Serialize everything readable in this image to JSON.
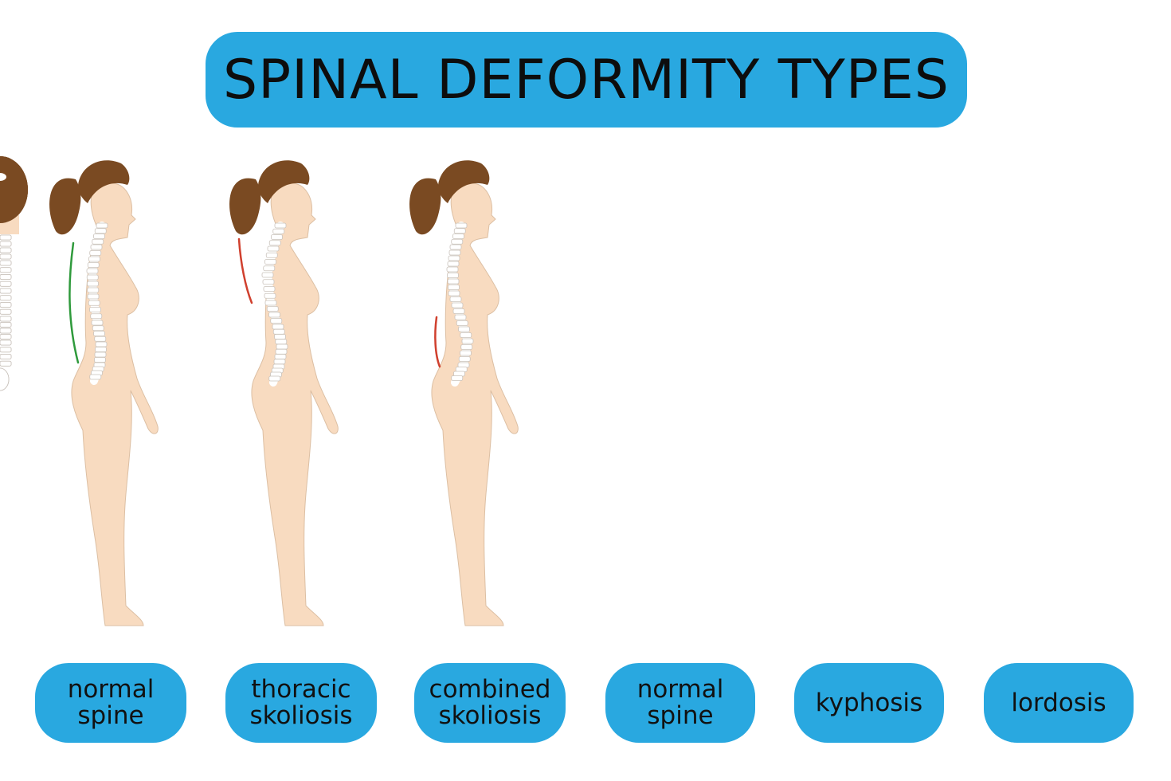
{
  "title": "SPINAL DEFORMITY TYPES",
  "colors": {
    "panel": "#29a8e0",
    "skin": "#f8dbc0",
    "skin_line": "#dcbfa3",
    "hair": "#7a4a22",
    "hair_dark": "#5a3314",
    "spine": "#ffffff",
    "spine_line": "#c9c2bb",
    "normal_indicator": "#2f9a3c",
    "deformity_indicator": "#d0402e",
    "title_text": "#0d0d0d"
  },
  "panels": [
    {
      "view": "side",
      "variant": "normal",
      "indicator": "green",
      "label": [
        "normal",
        "spine"
      ]
    },
    {
      "view": "side",
      "variant": "thoracic",
      "indicator": "red",
      "label": [
        "thoracic",
        "skoliosis"
      ]
    },
    {
      "view": "side",
      "variant": "combined",
      "indicator": "red",
      "label": [
        "combined",
        "skoliosis"
      ]
    },
    {
      "view": "back",
      "variant": "normal",
      "indicator": "red",
      "label": [
        "normal",
        "spine"
      ]
    },
    {
      "view": "back",
      "variant": "kyphosis",
      "indicator": "red",
      "label": [
        "kyphosis"
      ]
    },
    {
      "view": "back",
      "variant": "lordosis",
      "indicator": "red",
      "label": [
        "lordosis"
      ]
    }
  ]
}
